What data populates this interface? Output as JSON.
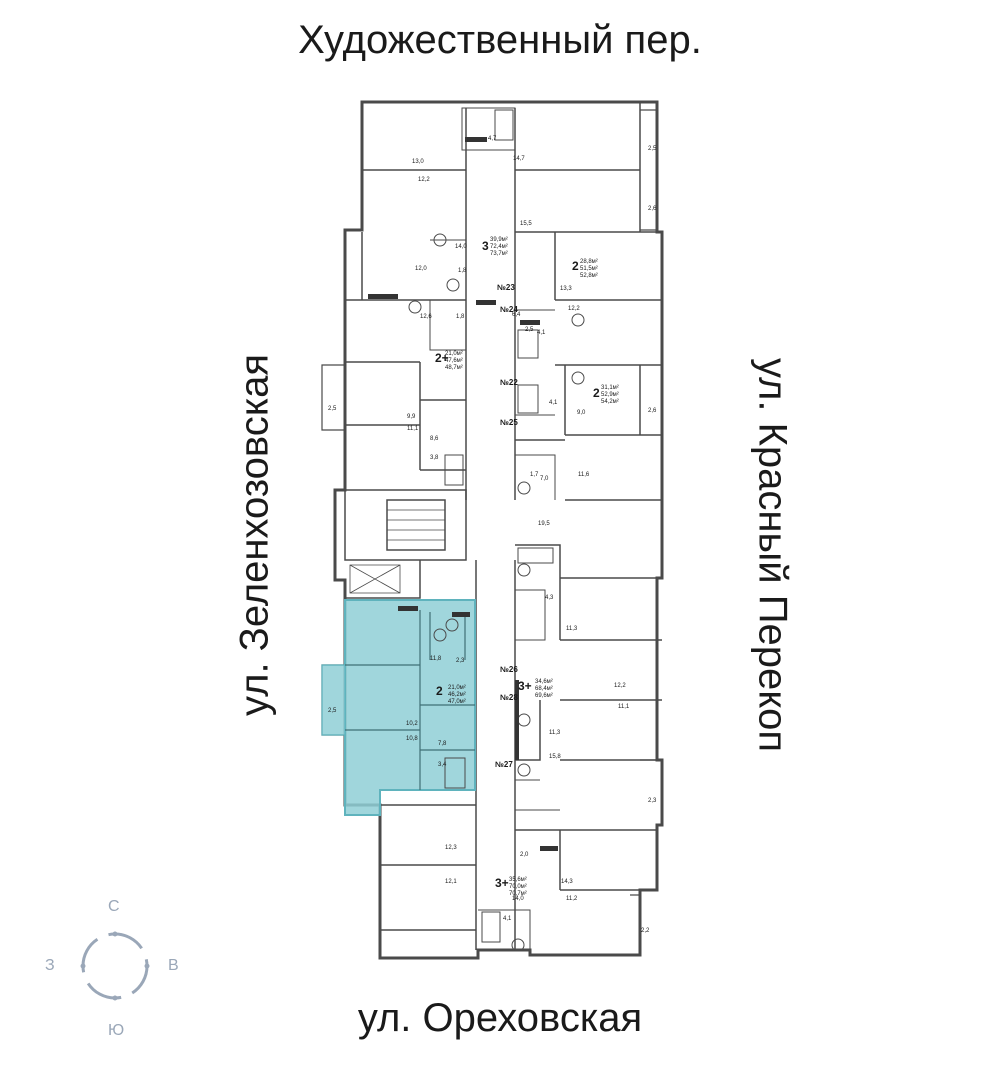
{
  "streets": {
    "top": "Художественный пер.",
    "bottom": "ул. Ореховская",
    "left": "ул. Зеленхозовская",
    "right": "ул. Красный Перекоп"
  },
  "compass": {
    "north": "С",
    "south": "Ю",
    "west": "З",
    "east": "В"
  },
  "colors": {
    "highlight": "#8fcfd6",
    "walls": "#4a4a4a",
    "compass": "#9aa7b8"
  },
  "apartments": [
    {
      "number": "№23",
      "rooms": "3",
      "areas": [
        "39,9м²",
        "72,4м²",
        "73,7м²"
      ]
    },
    {
      "number": "№24",
      "rooms": "2",
      "areas": [
        "28,8м²",
        "51,5м²",
        "52,8м²"
      ]
    },
    {
      "number": "№22",
      "rooms": "2+",
      "areas": [
        "21,0м²",
        "47,6м²",
        "48,7м²"
      ]
    },
    {
      "number": "№25",
      "rooms": "2",
      "areas": [
        "31,1м²",
        "52,9м²",
        "54,2м²"
      ]
    },
    {
      "number": "№26",
      "rooms": "3+",
      "areas": [
        "34,6м²",
        "68,4м²",
        "69,6м²"
      ]
    },
    {
      "number": "№28",
      "rooms": "2",
      "areas": [
        "21,0м²",
        "46,2м²",
        "47,0м²"
      ],
      "highlighted": true
    },
    {
      "number": "№27",
      "rooms": "3+",
      "areas": [
        "35,6м²",
        "70,0м²",
        "70,7м²"
      ]
    }
  ],
  "room_areas": [
    "4,7",
    "14,7",
    "13,0",
    "2,5",
    "12,2",
    "2,6",
    "15,5",
    "14,0",
    "1,8",
    "12,0",
    "13,3",
    "6,4",
    "12,2",
    "12,6",
    "1,8",
    "4,1",
    "2,5",
    "9,9",
    "11,1",
    "4,1",
    "9,0",
    "2,6",
    "8,6",
    "3,8",
    "1,7",
    "11,6",
    "7,0",
    "19,5",
    "4,3",
    "11,3",
    "11,8",
    "2,3",
    "12,2",
    "2,5",
    "2,5",
    "10,2",
    "11,1",
    "10,8",
    "7,8",
    "11,3",
    "3,4",
    "15,8",
    "2,3",
    "12,3",
    "2,0",
    "12,1",
    "14,3",
    "14,0",
    "11,2",
    "4,1",
    "2,2"
  ]
}
